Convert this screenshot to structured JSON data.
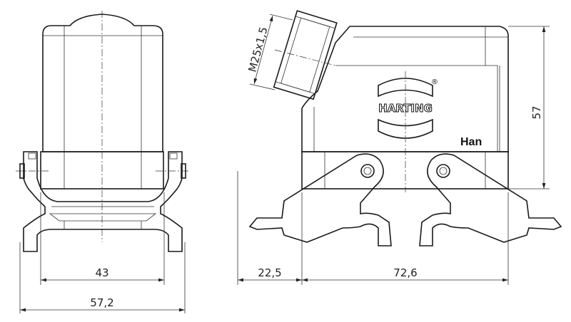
{
  "drawing": {
    "front_view": {
      "dim_inner_width": "43",
      "dim_outer_width": "57,2"
    },
    "side_view": {
      "dim_thread": "M25x1,5",
      "dim_height": "57",
      "dim_left_offset": "22,5",
      "dim_width": "72,6",
      "logo_text": "HARTING",
      "logo_mark": "®",
      "product_label": "Han"
    }
  }
}
